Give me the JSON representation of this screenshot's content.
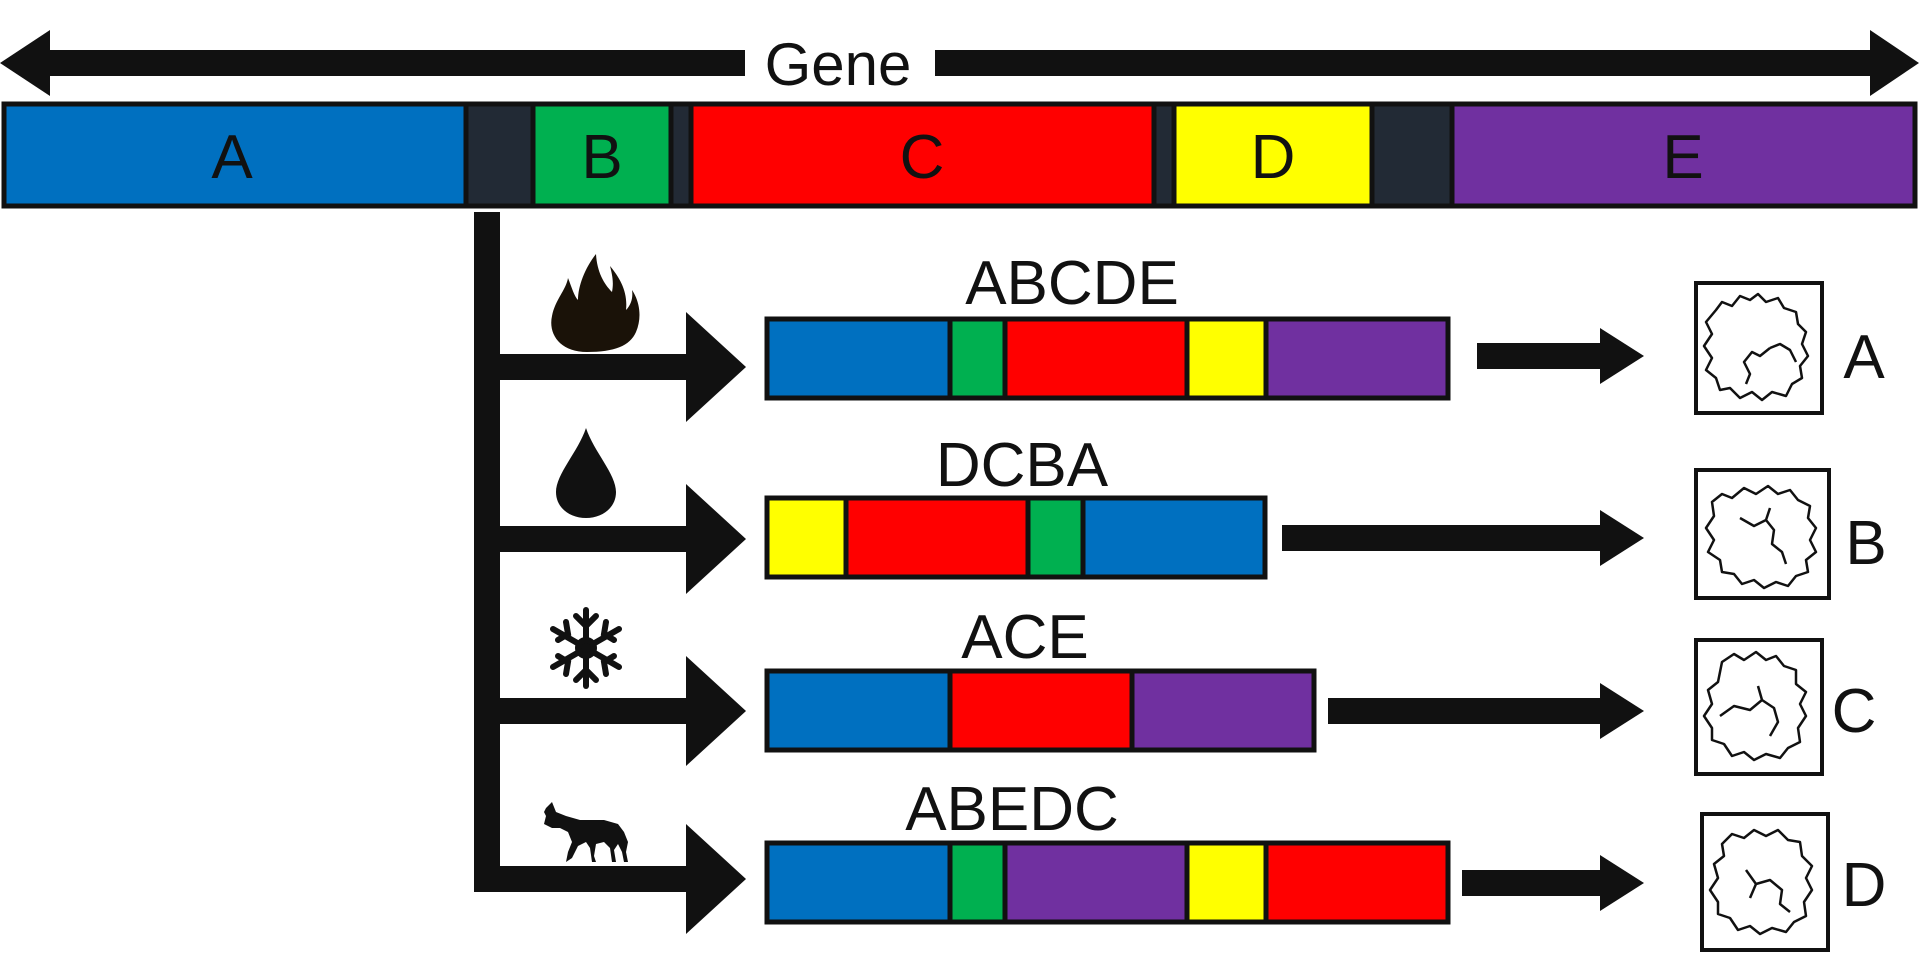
{
  "colors": {
    "A": "#0070c0",
    "B": "#00b050",
    "C": "#ff0000",
    "D": "#ffff00",
    "E": "#7030a0",
    "intron": "#222a35",
    "outline": "#111111"
  },
  "gene": {
    "label": "Gene",
    "exons": [
      {
        "key": "A",
        "label": "A"
      },
      {
        "key": "B",
        "label": "B"
      },
      {
        "key": "C",
        "label": "C"
      },
      {
        "key": "D",
        "label": "D"
      },
      {
        "key": "E",
        "label": "E"
      }
    ]
  },
  "conditions": [
    {
      "icon": "fire-icon",
      "transcript_label": "ABCDE",
      "segments": [
        "A",
        "B",
        "C",
        "D",
        "E"
      ],
      "protein_label": "A"
    },
    {
      "icon": "water-drop-icon",
      "transcript_label": "DCBA",
      "segments": [
        "D",
        "C",
        "B",
        "A"
      ],
      "protein_label": "B"
    },
    {
      "icon": "snowflake-icon",
      "transcript_label": "ACE",
      "segments": [
        "A",
        "C",
        "E"
      ],
      "protein_label": "C"
    },
    {
      "icon": "wolf-icon",
      "transcript_label": "ABEDC",
      "segments": [
        "A",
        "B",
        "E",
        "D",
        "C"
      ],
      "protein_label": "D"
    }
  ]
}
